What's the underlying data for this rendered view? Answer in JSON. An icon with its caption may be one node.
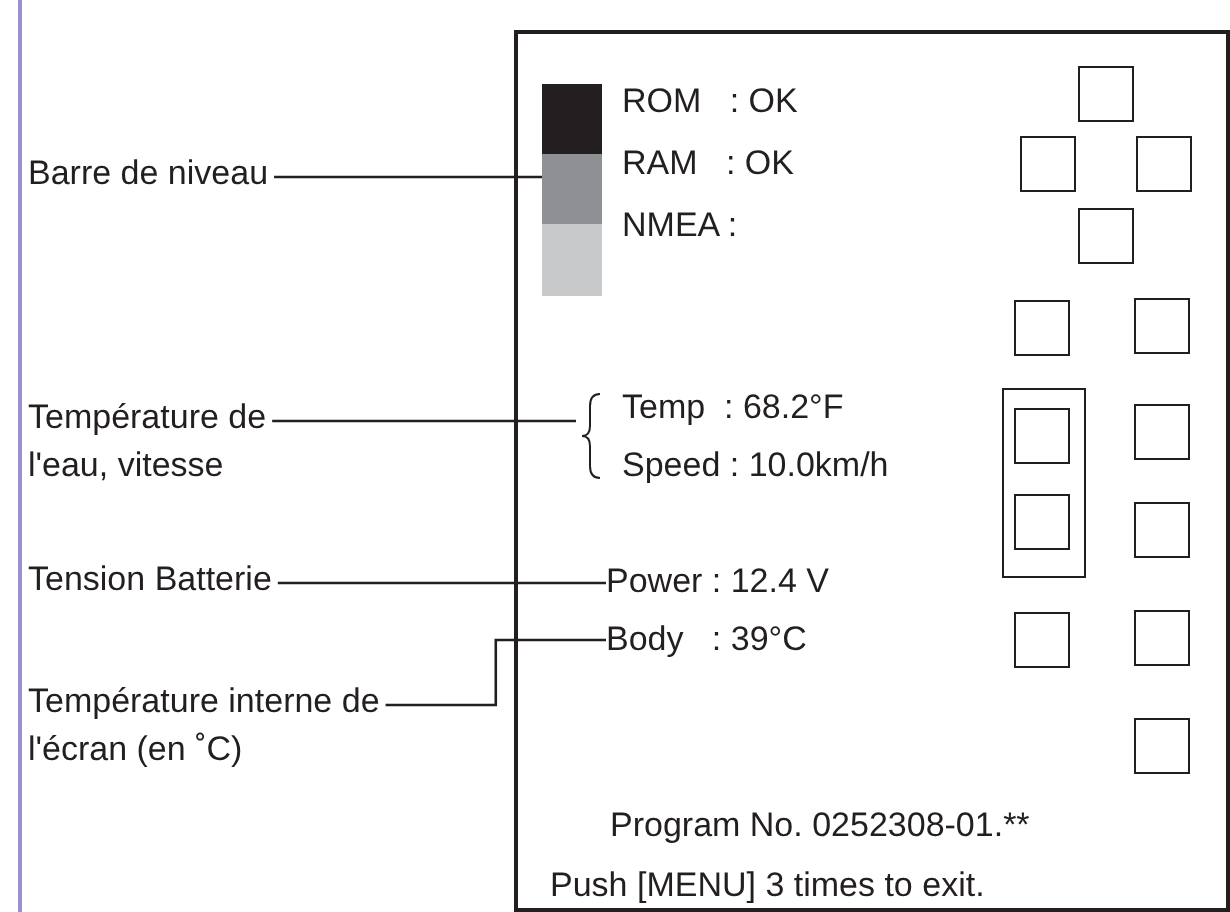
{
  "diagram": {
    "nodes": [
      {
        "text": [],
        "shape": "box"
      },
      {
        "text": [],
        "shape": "bar",
        "in": 0
      },
      {
        "text": [
          "Temp  : 68.2°F",
          "Speed : 10.0km/h"
        ],
        "in": 0
      },
      {
        "text": [
          "Power : 12.4 V"
        ],
        "in": 0
      },
      {
        "text": [
          "Body   : 39°C"
        ],
        "in": 0
      },
      {
        "text": [
          "Barre de niveau"
        ]
      },
      {
        "text": [
          "Température de l'eau, vitesse"
        ]
      },
      {
        "text": [
          "Tension Batterie"
        ]
      },
      {
        "text": [
          "Température interne de l'écran (en ˚C)"
        ]
      }
    ],
    "edges": [
      {
        "from": 5,
        "to": 1,
        "arrow": "none"
      },
      {
        "from": 6,
        "to": 2,
        "arrow": "none"
      },
      {
        "from": 7,
        "to": 3,
        "arrow": "none"
      },
      {
        "from": 8,
        "to": 4,
        "arrow": "none"
      }
    ],
    "labels": [
      "ROM   : OK",
      "RAM   : OK",
      "NMEA :",
      "Program No. 0252308-01.**",
      "Push [MENU] 3 times to exit."
    ]
  }
}
